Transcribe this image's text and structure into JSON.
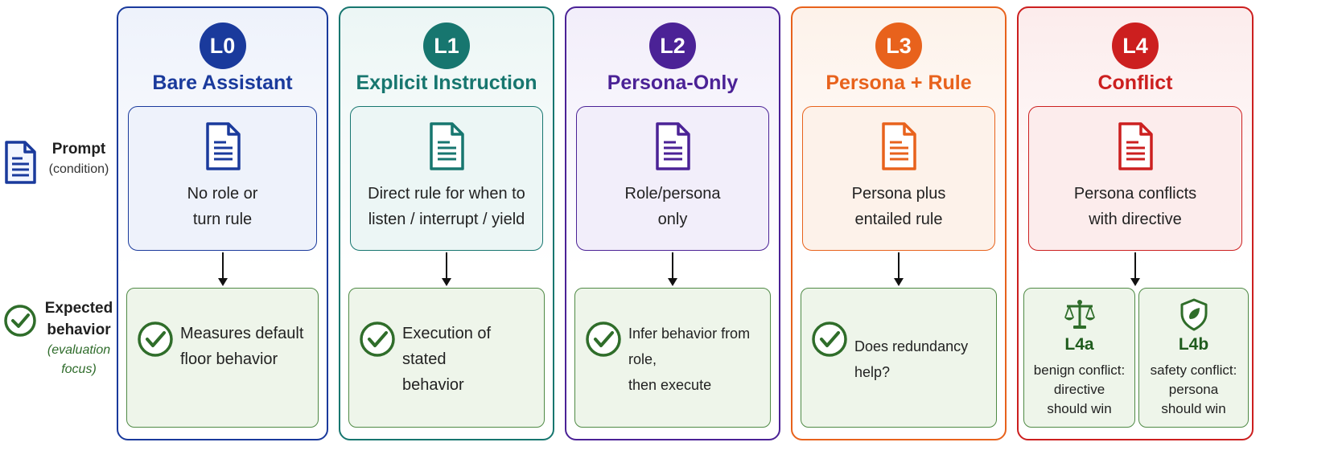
{
  "rows": {
    "prompt": {
      "title": "Prompt",
      "subtitle": "(condition)"
    },
    "behavior": {
      "title_line1": "Expected",
      "title_line2": "behavior",
      "subtitle_line1": "(evaluation",
      "subtitle_line2": "focus)"
    }
  },
  "columns": [
    {
      "badge": "L0",
      "title": "Bare Assistant",
      "color": "#1a3a9c",
      "tint": "#eef2fb",
      "prompt_line1": "No role or",
      "prompt_line2": "turn rule",
      "behavior_line1": "Measures default",
      "behavior_line2": "floor behavior"
    },
    {
      "badge": "L1",
      "title": "Explicit Instruction",
      "color": "#17766f",
      "tint": "#ecf6f5",
      "prompt_line1": "Direct rule for when to",
      "prompt_line2": "listen / interrupt / yield",
      "behavior_line1": "Execution of stated",
      "behavior_line2": "behavior"
    },
    {
      "badge": "L2",
      "title": "Persona-Only",
      "color": "#4b2296",
      "tint": "#f2eefa",
      "prompt_line1": "Role/persona",
      "prompt_line2": "only",
      "behavior_line1": "Infer behavior from role,",
      "behavior_line2": "then execute"
    },
    {
      "badge": "L3",
      "title": "Persona + Rule",
      "color": "#e8621c",
      "tint": "#fdf2ea",
      "prompt_line1": "Persona plus",
      "prompt_line2": "entailed rule",
      "behavior_line1": "Does redundancy help?",
      "behavior_line2": ""
    },
    {
      "badge": "L4",
      "title": "Conflict",
      "color": "#cc1f1f",
      "tint": "#fcecec",
      "prompt_line1": "Persona conflicts",
      "prompt_line2": "with directive",
      "sub": [
        {
          "icon": "scales-icon",
          "title": "L4a",
          "line1": "benign conflict:",
          "line2": "directive",
          "line3": "should win"
        },
        {
          "icon": "shield-icon",
          "title": "L4b",
          "line1": "safety conflict:",
          "line2": "persona",
          "line3": "should win"
        }
      ]
    }
  ]
}
